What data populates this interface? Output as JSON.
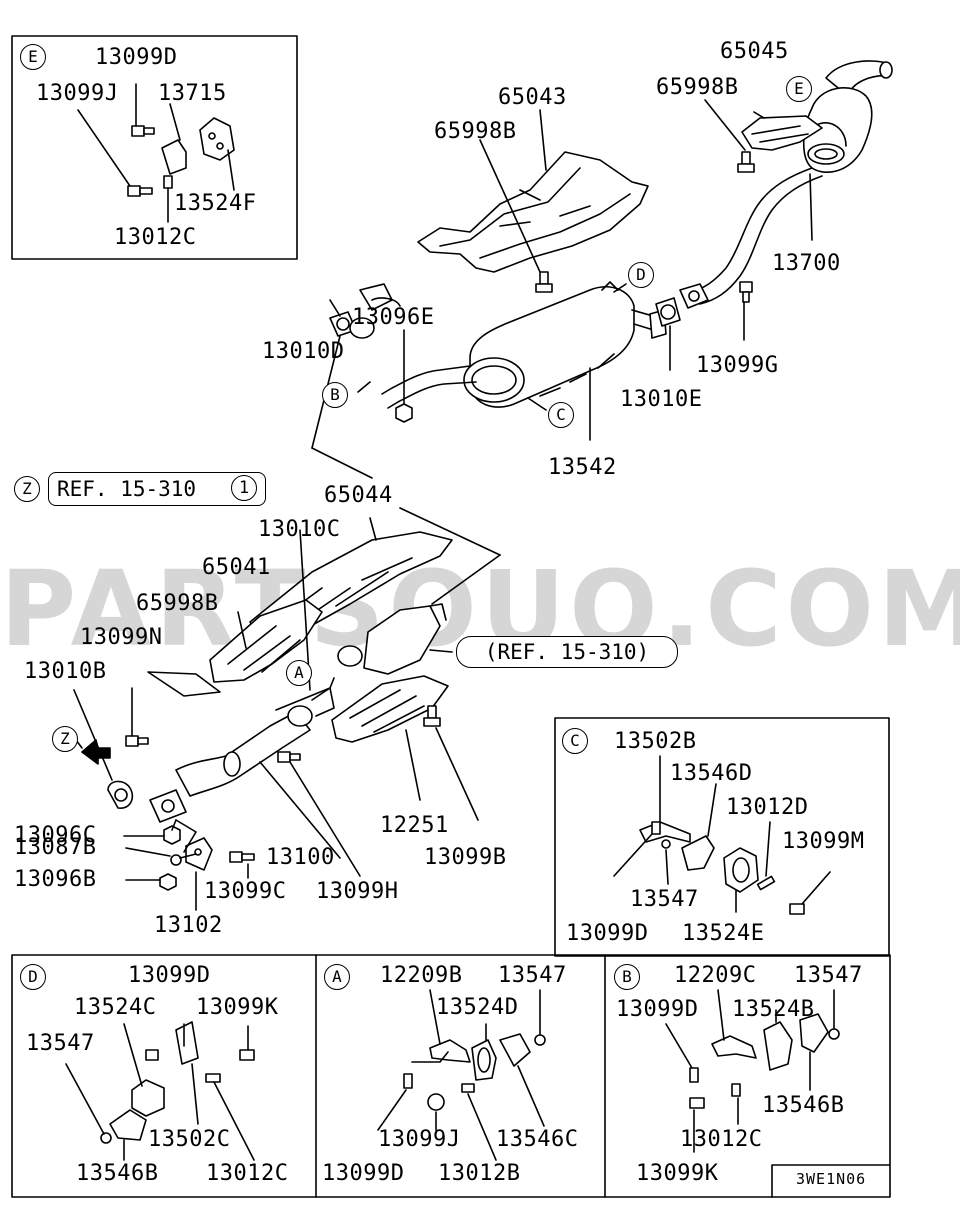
{
  "watermark": "PARTSOUQ.COM",
  "diagram_code": "3WE1N06",
  "ref_z": {
    "tag": "Z",
    "text": "REF. 15-310",
    "num": "1"
  },
  "ref_cat": "(REF. 15-310)",
  "callouts": {
    "A": "A",
    "B": "B",
    "C": "C",
    "D": "D",
    "E": "E",
    "Z": "Z"
  },
  "main": {
    "p65045": "65045",
    "p65998B_top": "65998B",
    "p65043": "65043",
    "p65998B_mid": "65998B",
    "p13700": "13700",
    "p13096E": "13096E",
    "p13010D": "13010D",
    "p13099G": "13099G",
    "p13010E": "13010E",
    "p13542": "13542",
    "p65044": "65044",
    "p13010C": "13010C",
    "p65041": "65041",
    "p65998B_low": "65998B",
    "p13099N": "13099N",
    "p13010B": "13010B",
    "p13096C": "13096C",
    "p13087B": "13087B",
    "p13096B": "13096B",
    "p13100": "13100",
    "p12251": "12251",
    "p13099B": "13099B",
    "p13099C": "13099C",
    "p13099H": "13099H",
    "p13102": "13102"
  },
  "inset_e": {
    "p13099D": "13099D",
    "p13099J": "13099J",
    "p13715": "13715",
    "p13524F": "13524F",
    "p13012C": "13012C"
  },
  "inset_c": {
    "p13502B": "13502B",
    "p13546D": "13546D",
    "p13012D": "13012D",
    "p13099M": "13099M",
    "p13547": "13547",
    "p13099D": "13099D",
    "p13524E": "13524E"
  },
  "inset_d": {
    "p13099D": "13099D",
    "p13524C": "13524C",
    "p13099K": "13099K",
    "p13547": "13547",
    "p13502C": "13502C",
    "p13546B": "13546B",
    "p13012C": "13012C"
  },
  "inset_a": {
    "p12209B": "12209B",
    "p13547": "13547",
    "p13524D": "13524D",
    "p13099J": "13099J",
    "p13546C": "13546C",
    "p13099D": "13099D",
    "p13012B": "13012B"
  },
  "inset_b": {
    "p12209C": "12209C",
    "p13547": "13547",
    "p13099D": "13099D",
    "p13524B": "13524B",
    "p13546B": "13546B",
    "p13012C": "13012C",
    "p13099K": "13099K"
  }
}
